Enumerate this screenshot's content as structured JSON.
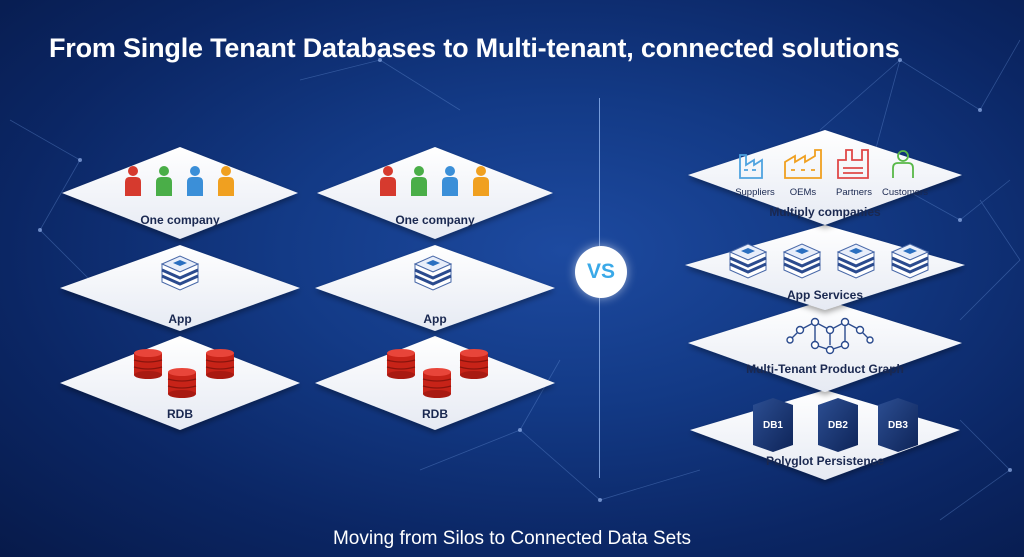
{
  "title": "From Single Tenant Databases to Multi-tenant, connected solutions",
  "subtitle": "Moving from Silos to Connected Data Sets",
  "vs_label": "VS",
  "left_stacks": [
    {
      "layers": [
        "One company",
        "App",
        "RDB"
      ]
    },
    {
      "layers": [
        "One company",
        "App",
        "RDB"
      ]
    }
  ],
  "right_stack": {
    "partners": [
      "Suppliers",
      "OEMs",
      "Partners",
      "Customers"
    ],
    "layers": [
      "Multiply companies",
      "App Services",
      "Multi-Tenant Product Graph",
      "Polyglot Persistence"
    ],
    "databases": [
      "DB1",
      "DB2",
      "DB3"
    ]
  },
  "colors": {
    "background": "#0b2664",
    "platform": "#f2f4f9",
    "database_red": "#d62a1e",
    "vs_text": "#3aa9e8",
    "supplier_icon": "#4fa3e0",
    "oem_icon": "#f0a020",
    "partner_icon": "#e04848",
    "customer_icon": "#58b848"
  }
}
